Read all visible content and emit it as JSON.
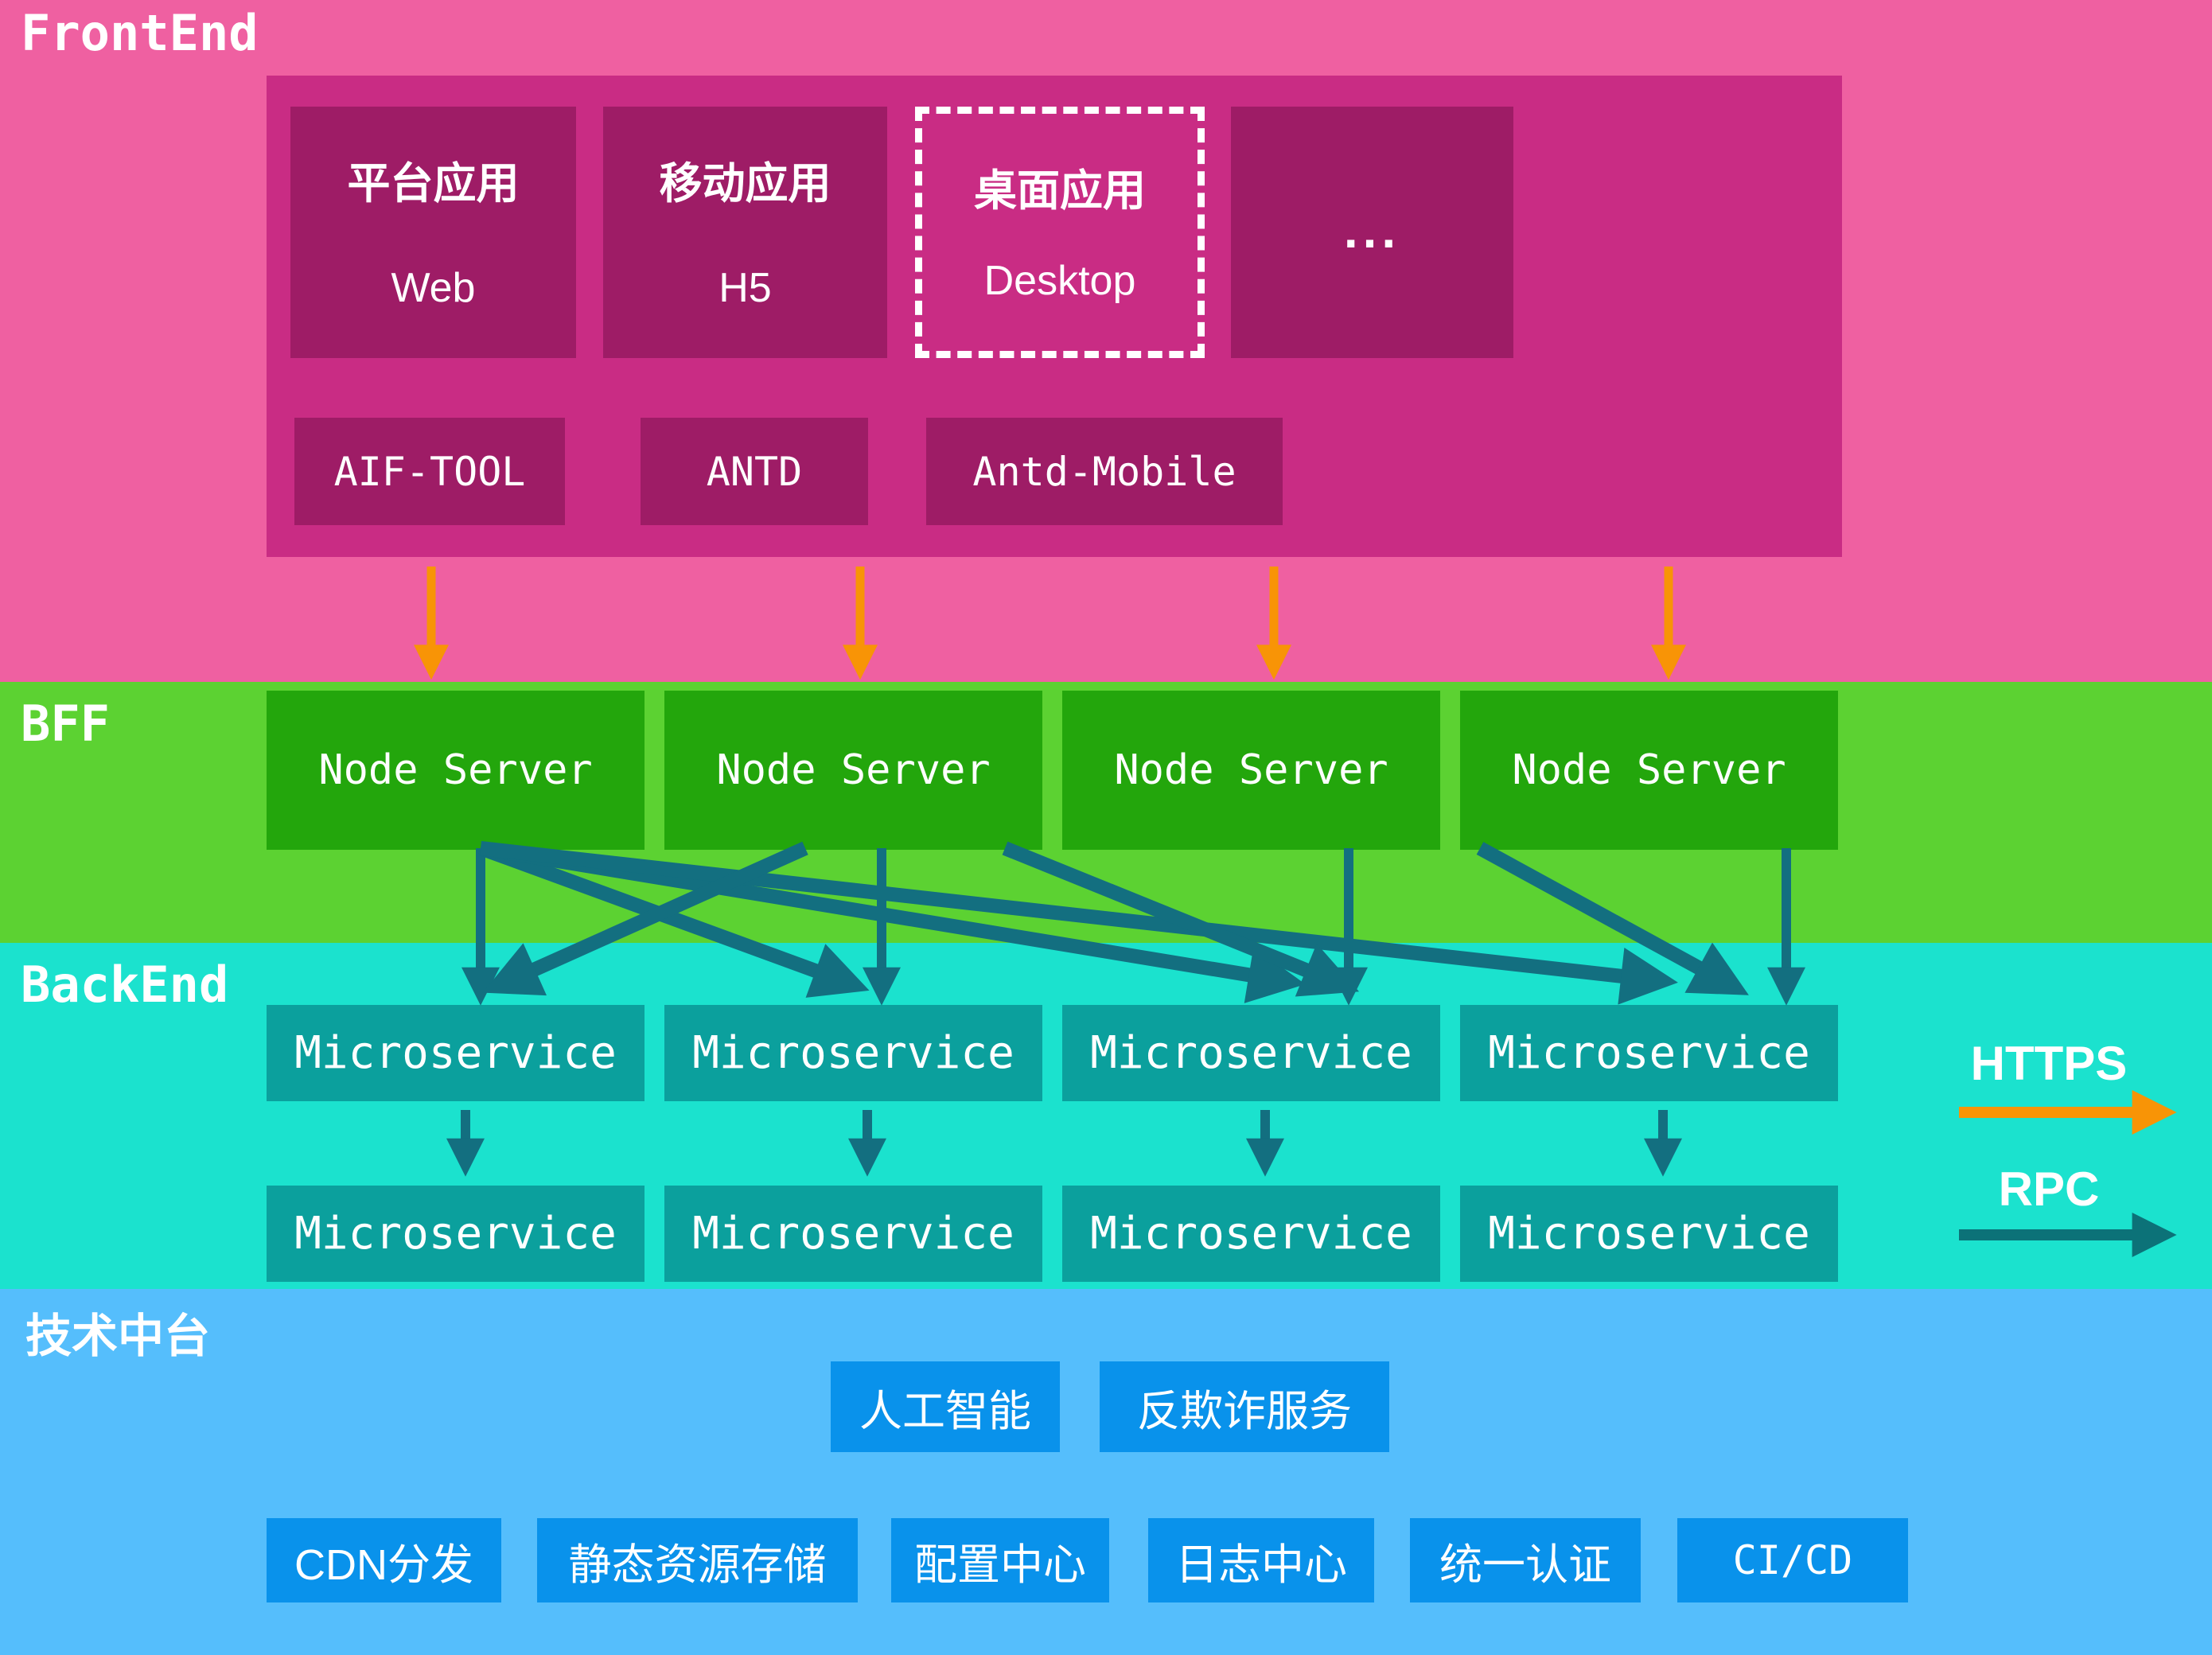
{
  "frontend": {
    "label": "FrontEnd",
    "apps": [
      {
        "title": "平台应用",
        "subtitle": "Web"
      },
      {
        "title": "移动应用",
        "subtitle": "H5"
      },
      {
        "title": "桌面应用",
        "subtitle": "Desktop"
      },
      {
        "title": "...",
        "subtitle": ""
      }
    ],
    "tools": [
      "AIF-TOOL",
      "ANTD",
      "Antd-Mobile"
    ]
  },
  "bff": {
    "label": "BFF",
    "nodes": [
      "Node Server",
      "Node Server",
      "Node Server",
      "Node Server"
    ]
  },
  "backend": {
    "label": "BackEnd",
    "services_row1": [
      "Microservice",
      "Microservice",
      "Microservice",
      "Microservice"
    ],
    "services_row2": [
      "Microservice",
      "Microservice",
      "Microservice",
      "Microservice"
    ]
  },
  "platform": {
    "label": "技术中台",
    "services_row1": [
      "人工智能",
      "反欺诈服务"
    ],
    "services_row2": [
      "CDN分发",
      "静态资源存储",
      "配置中心",
      "日志中心",
      "统一认证",
      "CI/CD"
    ]
  },
  "legend": {
    "https_label": "HTTPS",
    "rpc_label": "RPC"
  },
  "colors": {
    "frontend_band": "#EF60A1",
    "frontend_panel": "#C92C84",
    "frontend_box": "#9E1C66",
    "bff_band": "#5CD232",
    "bff_box": "#23A60C",
    "backend_band": "#1BE2CE",
    "backend_box": "#0BA09D",
    "platform_band": "#55BEFC",
    "platform_box": "#0992EB",
    "https_arrow": "#F89406",
    "rpc_arrow": "#136F80",
    "rpc_legend_arrow": "#0C7278",
    "text": "#FFFFFF"
  },
  "connections": {
    "frontend_to_bff": [
      0,
      1,
      2,
      3
    ],
    "bff_to_backend": [
      {
        "from": 0,
        "to": 0
      },
      {
        "from": 0,
        "to": 1
      },
      {
        "from": 0,
        "to": 2
      },
      {
        "from": 0,
        "to": 3
      },
      {
        "from": 1,
        "to": 0
      },
      {
        "from": 1,
        "to": 1
      },
      {
        "from": 1,
        "to": 2
      },
      {
        "from": 2,
        "to": 2
      },
      {
        "from": 2,
        "to": 3
      },
      {
        "from": 3,
        "to": 3
      }
    ],
    "backend_row1_to_row2": [
      0,
      1,
      2,
      3
    ]
  }
}
